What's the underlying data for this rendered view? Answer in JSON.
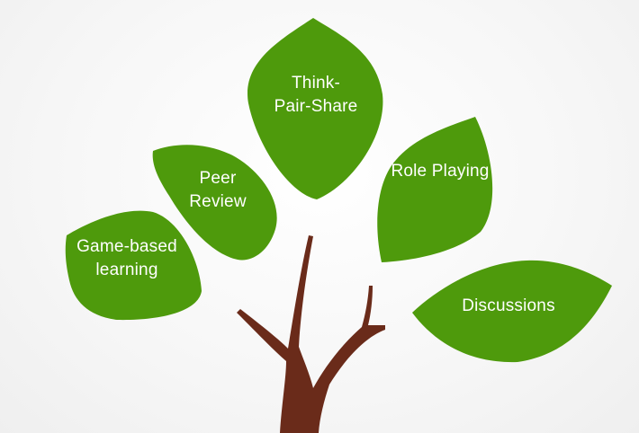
{
  "colors": {
    "background": "#f6f6f6",
    "leaf": "#4e9a0c",
    "trunk": "#6a2b1a",
    "label": "#ffffff"
  },
  "leaves": [
    {
      "id": "think-pair-share",
      "lines": [
        "Think-",
        "Pair-Share"
      ]
    },
    {
      "id": "peer-review",
      "lines": [
        "Peer",
        "Review"
      ]
    },
    {
      "id": "role-playing",
      "lines": [
        "Role Playing"
      ]
    },
    {
      "id": "game-based-learning",
      "lines": [
        "Game-based",
        "learning"
      ]
    },
    {
      "id": "discussions",
      "lines": [
        "Discussions"
      ]
    }
  ]
}
